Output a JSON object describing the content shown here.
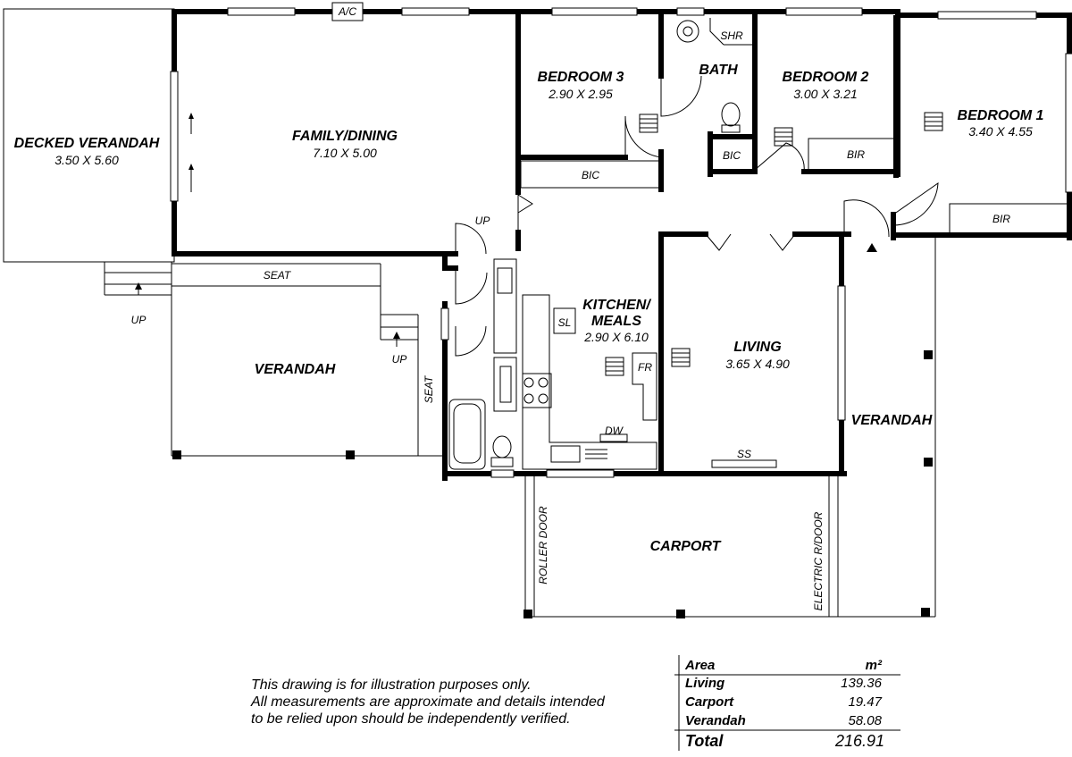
{
  "rooms": {
    "decked_verandah": {
      "name": "DECKED VERANDAH",
      "dim": "3.50 X 5.60"
    },
    "family_dining": {
      "name": "FAMILY/DINING",
      "dim": "7.10 X 5.00"
    },
    "bedroom3": {
      "name": "BEDROOM 3",
      "dim": "2.90 X 2.95"
    },
    "bath": {
      "name": "BATH"
    },
    "bedroom2": {
      "name": "BEDROOM 2",
      "dim": "3.00 X 3.21"
    },
    "bedroom1": {
      "name": "BEDROOM 1",
      "dim": "3.40 X 4.55"
    },
    "kitchen": {
      "name_line1": "KITCHEN/",
      "name_line2": "MEALS",
      "dim": "2.90 X 6.10"
    },
    "living": {
      "name": "LIVING",
      "dim": "3.65 X 4.90"
    },
    "verandah_left": {
      "name": "VERANDAH"
    },
    "verandah_right": {
      "name": "VERANDAH"
    },
    "carport": {
      "name": "CARPORT"
    }
  },
  "labels": {
    "ac": "A/C",
    "shr": "SHR",
    "bic_bed3": "BIC",
    "bic_bath": "BIC",
    "bir_bed2": "BIR",
    "bir_bed1": "BIR",
    "up_deck": "UP",
    "up_verandah": "UP",
    "up_hall": "UP",
    "seat_top": "SEAT",
    "seat_side": "SEAT",
    "sl": "SL",
    "fr": "FR",
    "dw": "DW",
    "ss": "SS",
    "roller_door": "ROLLER DOOR",
    "electric_door": "ELECTRIC R/DOOR"
  },
  "disclaimer": {
    "line1": "This drawing is for illustration purposes only.",
    "line2": " All measurements are approximate and details intended",
    "line3": "to be relied upon should be independently verified."
  },
  "area_table": {
    "header_label": "Area",
    "header_unit": "m²",
    "rows": [
      {
        "label": "Living",
        "value": "139.36"
      },
      {
        "label": "Carport",
        "value": "19.47"
      },
      {
        "label": "Verandah",
        "value": "58.08"
      }
    ],
    "total_label": "Total",
    "total_value": "216.91"
  }
}
